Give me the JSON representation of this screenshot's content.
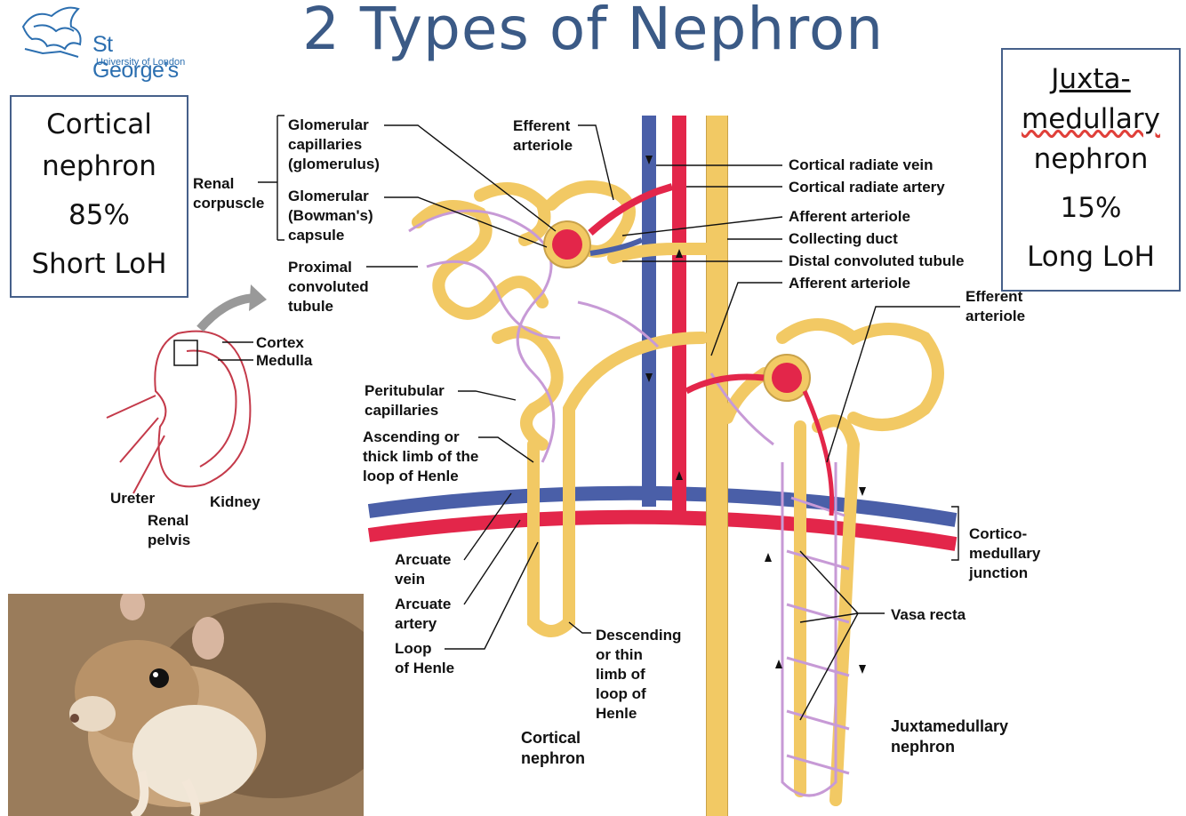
{
  "title": "2 Types of Nephron",
  "logo": {
    "name": "St George's",
    "subtitle": "University of London"
  },
  "cortical_box": {
    "line1": "Cortical",
    "line2": "nephron",
    "percent": "85%",
    "loh": "Short LoH"
  },
  "juxta_box": {
    "line1": "Juxta-",
    "line2": "medullary",
    "line3": "nephron",
    "percent": "15%",
    "loh": "Long LoH"
  },
  "kidney_labels": {
    "cortex": "Cortex",
    "medulla": "Medulla",
    "ureter": "Ureter",
    "kidney": "Kidney",
    "renal": "Renal",
    "pelvis": "pelvis"
  },
  "labels": {
    "glom_cap_1": "Glomerular",
    "glom_cap_2": "capillaries",
    "glom_cap_3": "(glomerulus)",
    "renal_corp_1": "Renal",
    "renal_corp_2": "corpuscle",
    "glom_caps_1": "Glomerular",
    "glom_caps_2": "(Bowman's)",
    "glom_caps_3": "capsule",
    "pct_1": "Proximal",
    "pct_2": "convoluted",
    "pct_3": "tubule",
    "efferent_top_1": "Efferent",
    "efferent_top_2": "arteriole",
    "cortical_radiate_vein": "Cortical radiate vein",
    "cortical_radiate_artery": "Cortical radiate artery",
    "afferent_arteriole_1": "Afferent arteriole",
    "collecting_duct": "Collecting duct",
    "dct": "Distal convoluted tubule",
    "afferent_arteriole_2": "Afferent arteriole",
    "efferent_right_1": "Efferent",
    "efferent_right_2": "arteriole",
    "peritub_1": "Peritubular",
    "peritub_2": "capillaries",
    "asc_1": "Ascending or",
    "asc_2": "thick limb of the",
    "asc_3": "loop of Henle",
    "cortico_1": "Cortico-",
    "cortico_2": "medullary",
    "cortico_3": "junction",
    "arcuate_vein_1": "Arcuate",
    "arcuate_vein_2": "vein",
    "arcuate_artery_1": "Arcuate",
    "arcuate_artery_2": "artery",
    "loop_1": "Loop",
    "loop_2": "of Henle",
    "desc_1": "Descending",
    "desc_2": "or thin",
    "desc_3": "limb of",
    "desc_4": "loop of",
    "desc_5": "Henle",
    "vasa_recta": "Vasa recta",
    "cortical_nephron_1": "Cortical",
    "cortical_nephron_2": "nephron",
    "juxta_nephron_1": "Juxtamedullary",
    "juxta_nephron_2": "nephron"
  },
  "colors": {
    "title": "#3b5a86",
    "tubule": "#f2c964",
    "artery": "#e3264a",
    "vein": "#4a5fa8",
    "capillary": "#c79ad6",
    "box_border": "#46608a"
  }
}
